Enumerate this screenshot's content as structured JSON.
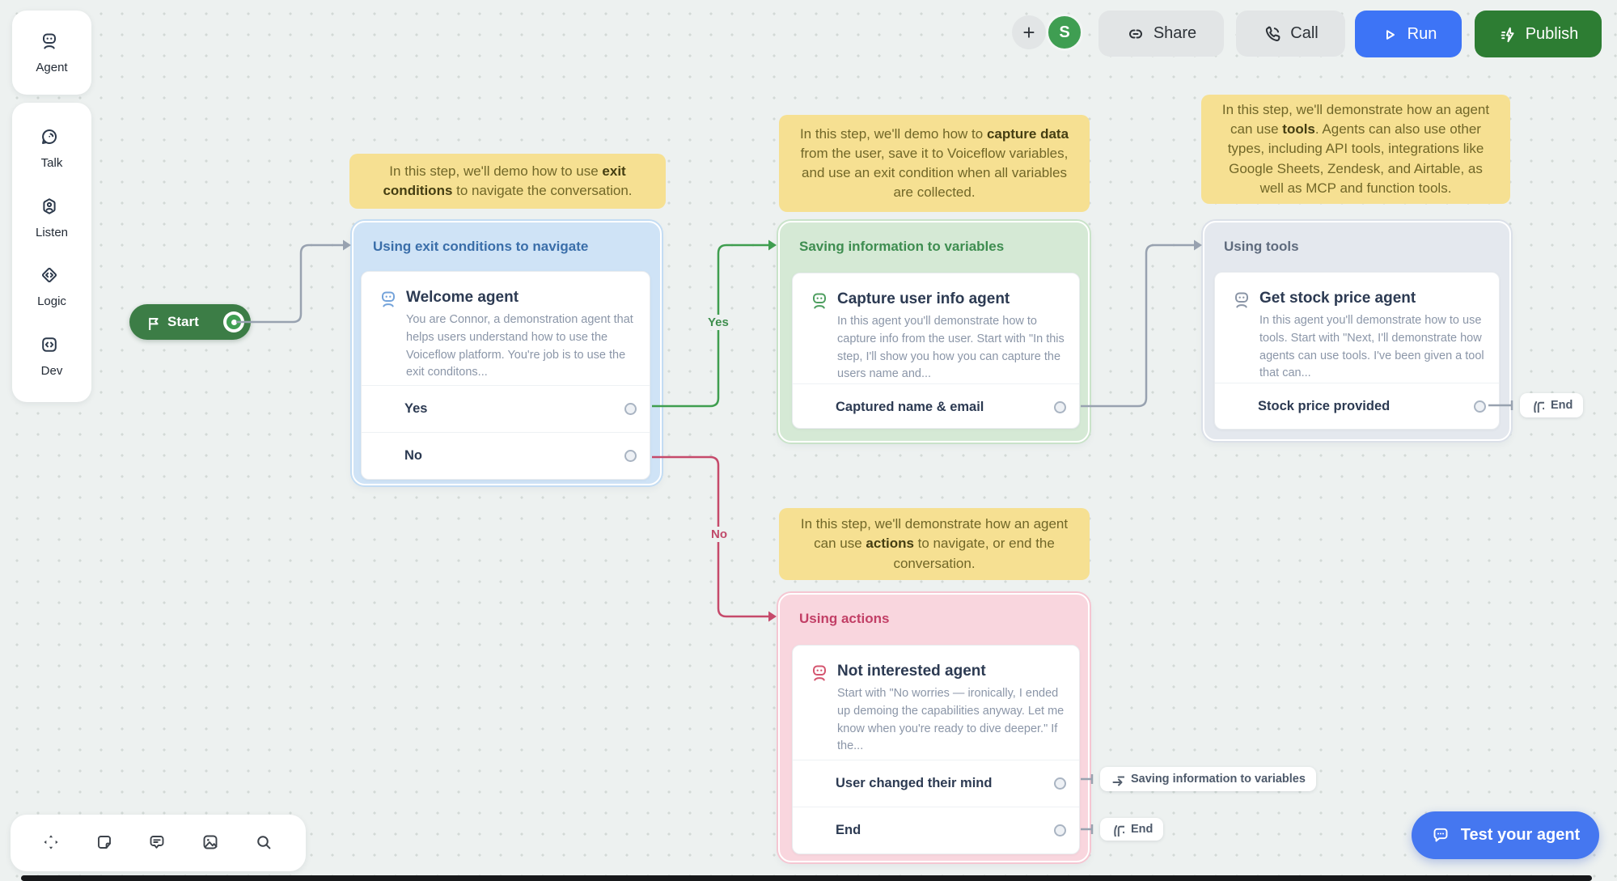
{
  "topbar": {
    "plus_label": "+",
    "avatar_initial": "S",
    "share_label": "Share",
    "call_label": "Call",
    "run_label": "Run",
    "publish_label": "Publish"
  },
  "sidebar": {
    "agent_label": "Agent",
    "items": [
      {
        "label": "Talk"
      },
      {
        "label": "Listen"
      },
      {
        "label": "Logic"
      },
      {
        "label": "Dev"
      }
    ]
  },
  "canvas": {
    "start_label": "Start",
    "edge_labels": {
      "yes": "Yes",
      "no": "No"
    },
    "notes": [
      {
        "pre": "In this step, we'll demo how to use ",
        "bold": "exit conditions",
        "post": " to navigate the conversation."
      },
      {
        "pre": "In this step, we'll demo how to ",
        "bold": "capture data",
        "post": " from the user, save it to Voiceflow variables, and use an exit condition when all variables are collected."
      },
      {
        "pre": "In this step, we'll demonstrate how an agent can use ",
        "bold": "tools",
        "post": ". Agents can also use other types, including API tools, integrations like Google Sheets, Zendesk, and Airtable, as well as MCP and function tools."
      },
      {
        "pre": "In this step, we'll demonstrate how an agent can use ",
        "bold": "actions",
        "post": " to navigate, or end the conversation."
      }
    ],
    "cards": [
      {
        "header": "Using exit conditions to navigate",
        "title": "Welcome agent",
        "desc": "You are Connor, a demonstration agent that helps users understand how to use the Voiceflow platform. You're job is to use the exit conditons...",
        "ports": [
          {
            "label": "Yes"
          },
          {
            "label": "No"
          }
        ]
      },
      {
        "header": "Saving information to variables",
        "title": "Capture user info agent",
        "desc": "In this agent you'll demonstrate how to capture info from the user. Start with \"In this step, I'll show you how you can capture the users name and...",
        "ports": [
          {
            "label": "Captured name & email"
          }
        ]
      },
      {
        "header": "Using tools",
        "title": "Get stock price agent",
        "desc": "In this agent you'll demonstrate how to use tools. Start with \"Next, I'll demonstrate how agents can use tools. I've been given a tool that can...",
        "ports": [
          {
            "label": "Stock price provided"
          }
        ]
      },
      {
        "header": "Using actions",
        "title": "Not interested agent",
        "desc": "Start with \"No worries — ironically, I ended up demoing the capabilities anyway. Let me know when you're ready to dive deeper.\" If the...",
        "ports": [
          {
            "label": "User changed their mind"
          },
          {
            "label": "End"
          }
        ]
      }
    ],
    "badges": {
      "end_tools": "End",
      "goto_variables": "Saving information to variables",
      "end_actions": "End"
    },
    "test_button_label": "Test your agent"
  },
  "colors": {
    "canvas_bg": "#edf1f0",
    "run_blue": "#3d74f6",
    "publish_green": "#2d7d33",
    "start_green": "#3c7d46",
    "edge_green": "#3f9e4f",
    "edge_pink": "#c64a6b",
    "edge_gray": "#98a2b0",
    "note_bg": "#f6e092",
    "card_blue": "#cfe3f6",
    "card_green": "#d5e9d5",
    "card_gray": "#e4e8ee",
    "card_pink": "#f9d6de",
    "test_button_blue": "#4577f0"
  }
}
